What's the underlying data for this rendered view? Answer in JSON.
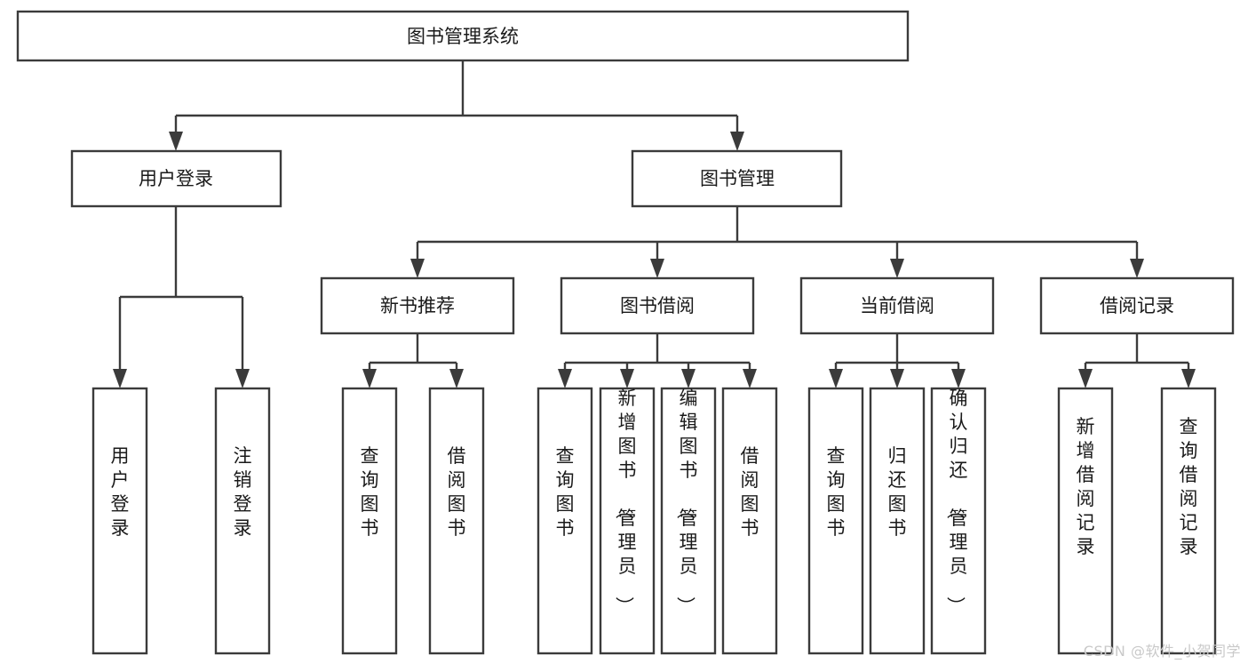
{
  "diagram": {
    "type": "tree",
    "title": "图书管理系统",
    "watermark": "CSDN @软件_小贺同学",
    "colors": {
      "box_stroke": "#3b3b3b",
      "box_fill": "#ffffff",
      "text": "#1a1a1a",
      "edge": "#3b3b3b",
      "watermark": "#c9c9c9",
      "background": "#ffffff"
    },
    "root": {
      "label": "图书管理系统"
    },
    "level1": [
      {
        "label": "用户登录"
      },
      {
        "label": "图书管理"
      }
    ],
    "level2": [
      {
        "label": "新书推荐"
      },
      {
        "label": "图书借阅"
      },
      {
        "label": "当前借阅"
      },
      {
        "label": "借阅记录"
      }
    ],
    "leaves": {
      "user_login": [
        {
          "label": "用户登录"
        },
        {
          "label": "注销登录"
        }
      ],
      "new_book_recommend": [
        {
          "label": "查询图书"
        },
        {
          "label": "借阅图书"
        }
      ],
      "book_borrow": [
        {
          "label": "查询图书"
        },
        {
          "label": "新增图书（管理员）"
        },
        {
          "label": "编辑图书（管理员）"
        },
        {
          "label": "借阅图书"
        }
      ],
      "current_borrow": [
        {
          "label": "查询图书"
        },
        {
          "label": "归还图书"
        },
        {
          "label": "确认归还（管理员）"
        }
      ],
      "borrow_record": [
        {
          "label": "新增借阅记录"
        },
        {
          "label": "查询借阅记录"
        }
      ]
    }
  }
}
